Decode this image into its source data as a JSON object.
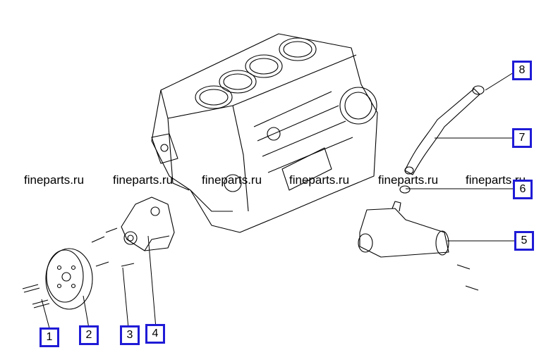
{
  "callouts": [
    {
      "num": "1",
      "label": "1"
    },
    {
      "num": "2",
      "label": "2"
    },
    {
      "num": "3",
      "label": "3"
    },
    {
      "num": "4",
      "label": "4"
    },
    {
      "num": "5",
      "label": "5"
    },
    {
      "num": "6",
      "label": "6"
    },
    {
      "num": "7",
      "label": "7"
    },
    {
      "num": "8",
      "label": "8"
    }
  ],
  "watermark": "fineparts.ru",
  "colors": {
    "callout_border": "#1f1bd6",
    "line": "#000000"
  }
}
